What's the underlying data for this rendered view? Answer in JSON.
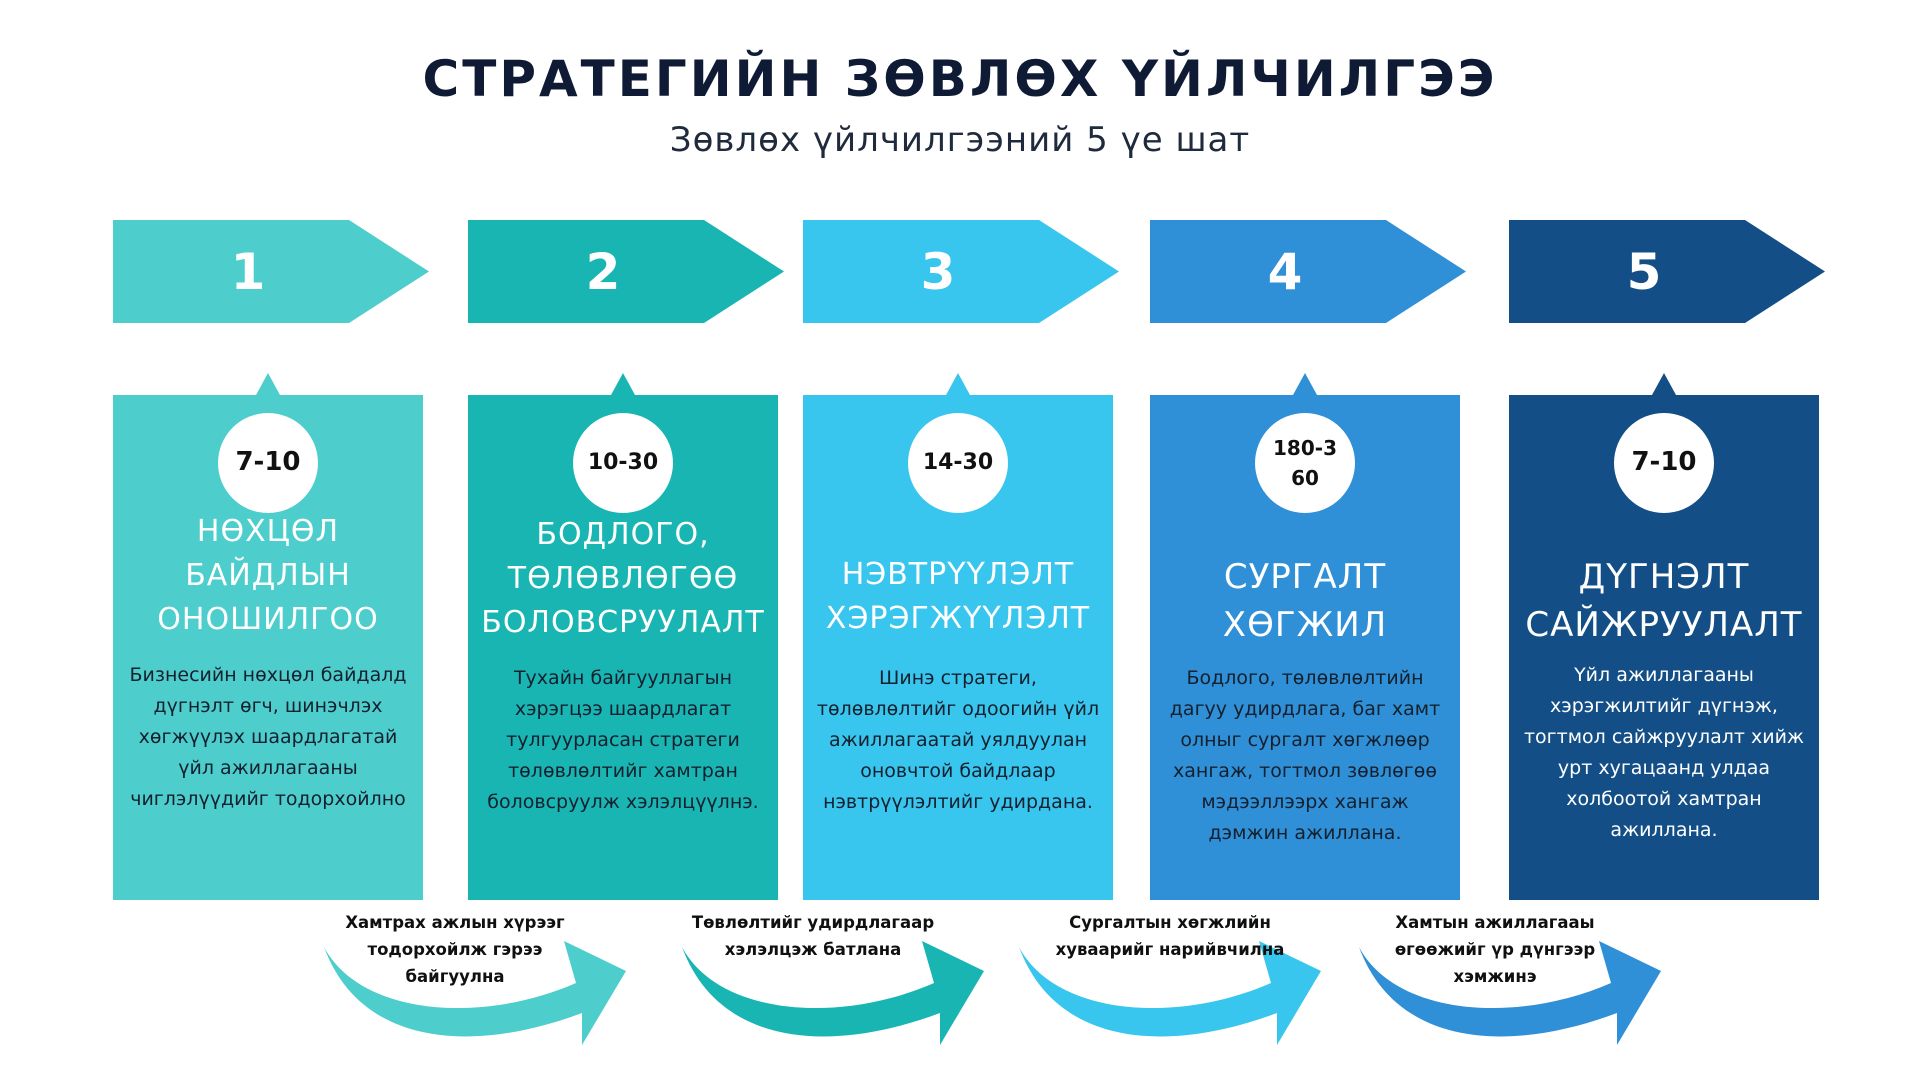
{
  "header": {
    "title": "СТРАТЕГИЙН ЗӨВЛӨХ ҮЙЛЧИЛГЭЭ",
    "subtitle": "Зөвлөх үйлчилгээний 5 үе шат"
  },
  "stages": [
    {
      "number": "1",
      "color": "#4ecdcd",
      "days": "7-10",
      "title": "НӨХЦӨЛ БАЙДЛЫН ОНОШИЛГОО",
      "description": "Бизнесийн нөхцөл байдалд дүгнэлт өгч, шинэчлэх хөгжүүлэх шаардлагатай үйл ажиллагааны чиглэлүүдийг тодорхойлно"
    },
    {
      "number": "2",
      "color": "#18b5b3",
      "days": "10-30",
      "title": "БОДЛОГО, ТӨЛӨВЛӨГӨӨ БОЛОВСРУУЛАЛТ",
      "description": "Тухайн байгууллагын хэрэгцээ шаардлагат тулгуурласан стратеги төлөвлөлтийг хамтран боловсруулж хэлэлцүүлнэ."
    },
    {
      "number": "3",
      "color": "#38c6ee",
      "days": "14-30",
      "title": "НЭВТРҮҮЛЭЛТ ХЭРЭГЖҮҮЛЭЛТ",
      "description": "Шинэ стратеги, төлөвлөлтийг одоогийн үйл ажиллагаатай уялдуулан оновчтой байдлаар нэвтрүүлэлтийг удирдана."
    },
    {
      "number": "4",
      "color": "#2f8fd7",
      "days": "180-360",
      "title": "СУРГАЛТ ХӨГЖИЛ",
      "description": "Бодлого, төлөвлөлтийн дагуу удирдлага, баг хамт олныг сургалт хөгжлөөр хангаж, тогтмол зөвлөгөө мэдээллээрх хангаж дэмжин ажиллана."
    },
    {
      "number": "5",
      "color": "#134f86",
      "days": "7-10",
      "title": "ДҮГНЭЛТ САЙЖРУУЛАЛТ",
      "description": "Үйл ажиллагааны хэрэгжилтийг дүгнэж, тогтмол сайжруулалт хийж урт хугацаанд улдаа холбоотой хамтран ажиллана."
    }
  ],
  "transitions": [
    {
      "label": "Хамтрах ажлын хүрээг тодорхойлж гэрээ байгуулна",
      "color": "#4ecdcd"
    },
    {
      "label": "Төвлөлтийг удирдлагаар хэлэлцэж батлана",
      "color": "#18b5b3"
    },
    {
      "label": "Сургалтын хөгжлийн хуваарийг нарийвчилна",
      "color": "#38c6ee"
    },
    {
      "label": "Хамтын ажиллагааы өгөөжийг үр дүнгээр хэмжинэ",
      "color": "#2f8fd7"
    }
  ]
}
